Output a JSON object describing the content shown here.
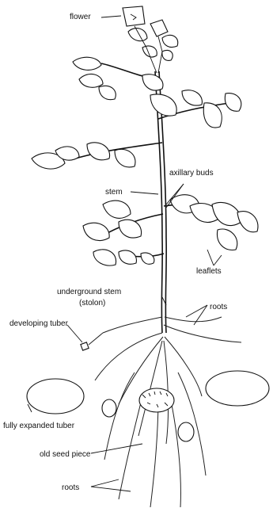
{
  "labels": {
    "flower": "flower",
    "stem": "stem",
    "axillary_buds": "axillary buds",
    "leaflets": "leaflets",
    "underground_stem_line1": "underground stem",
    "underground_stem_line2": "(stolon)",
    "roots_upper": "roots",
    "developing_tuber": "developing tuber",
    "fully_expanded_tuber": "fully expanded tuber",
    "old_seed_piece": "old seed piece",
    "roots_lower": "roots"
  }
}
